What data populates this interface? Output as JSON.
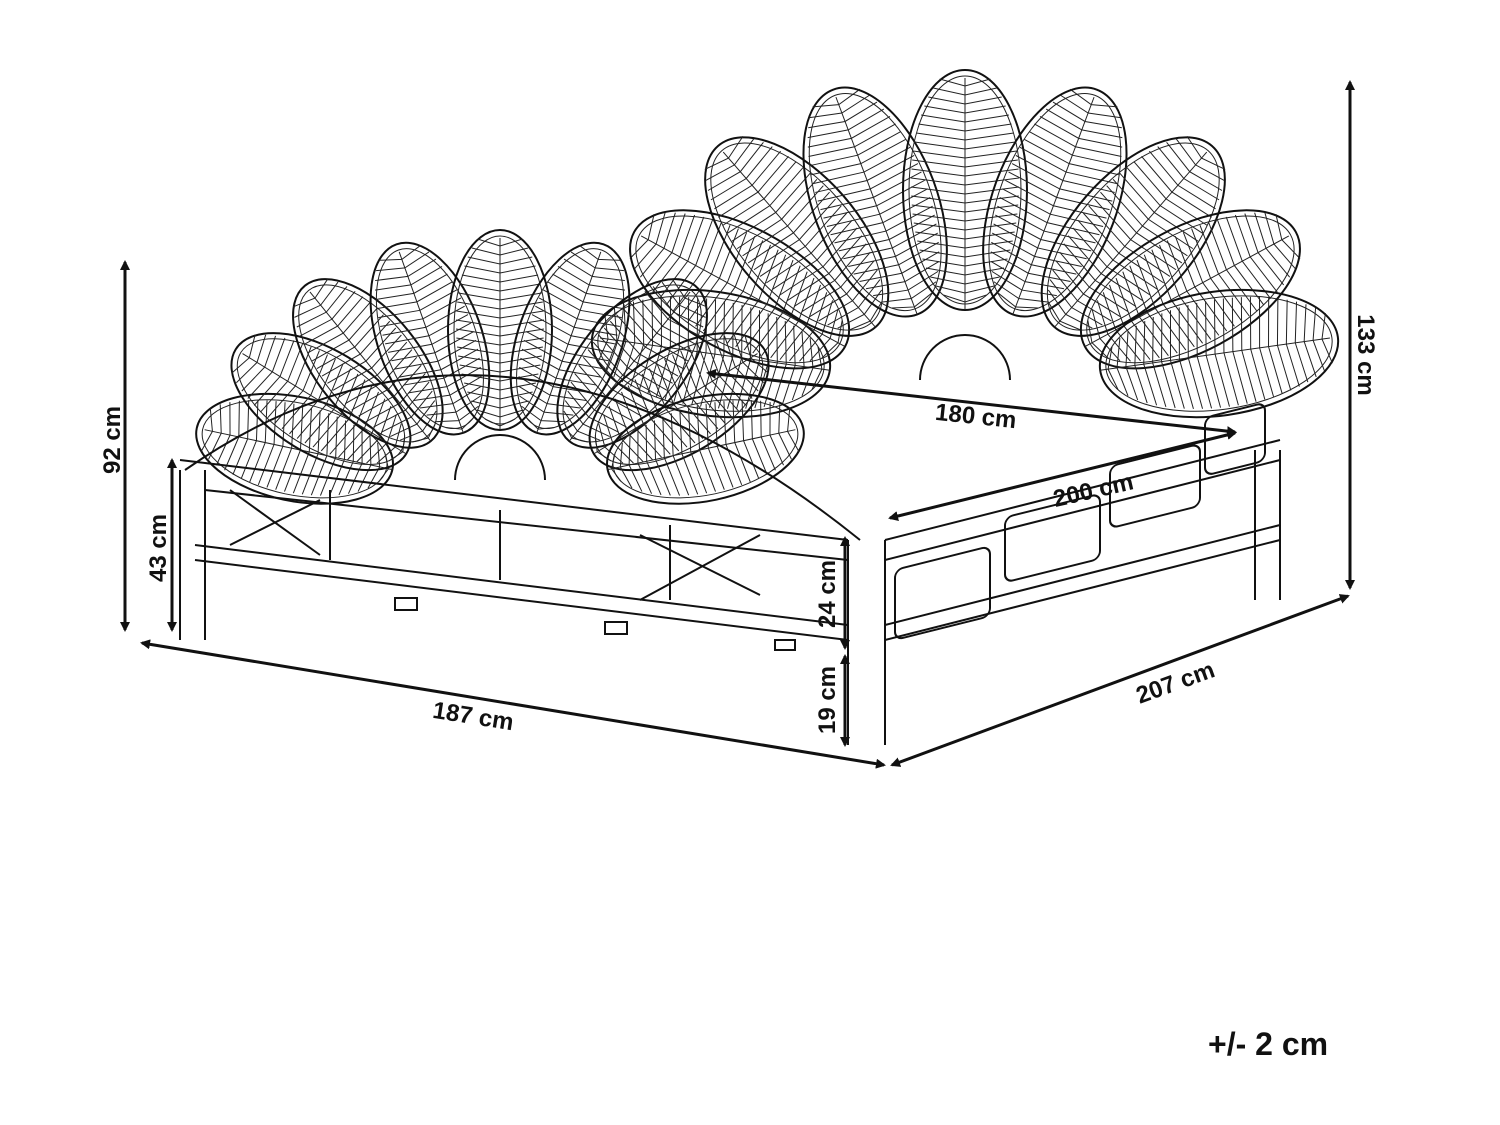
{
  "dimensions": {
    "overall_height_footboard": "92 cm",
    "side_rail_top_height": "43 cm",
    "overall_height_headboard": "133 cm",
    "inner_width": "180 cm",
    "inner_length": "200 cm",
    "rail_height": "24 cm",
    "clearance": "19 cm",
    "overall_width": "187 cm",
    "overall_length": "207 cm"
  },
  "tolerance": "+/- 2 cm",
  "colors": {
    "line": "#111111",
    "background": "#ffffff"
  }
}
